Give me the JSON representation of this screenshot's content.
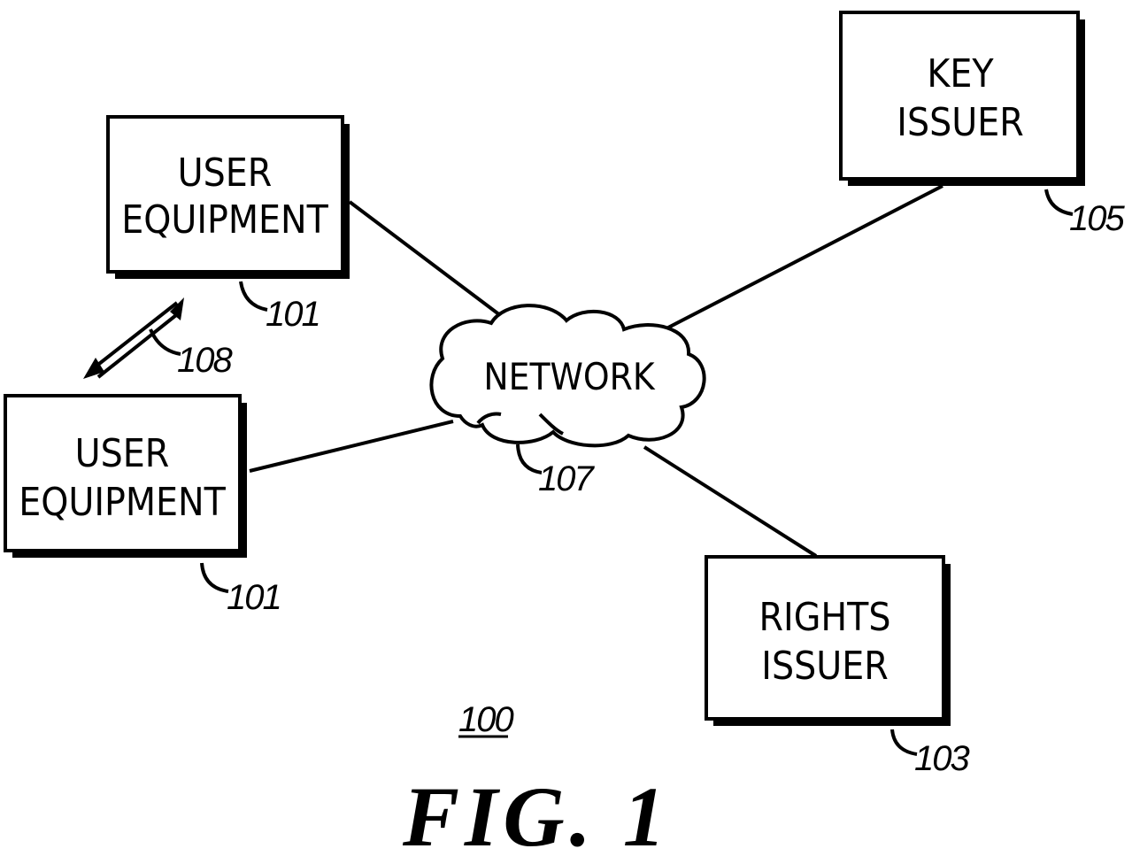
{
  "nodes": {
    "user_equipment_top": {
      "line1": "USER",
      "line2": "EQUIPMENT",
      "ref": "101"
    },
    "user_equipment_bottom": {
      "line1": "USER",
      "line2": "EQUIPMENT",
      "ref": "101"
    },
    "key_issuer": {
      "line1": "KEY",
      "line2": "ISSUER",
      "ref": "105"
    },
    "rights_issuer": {
      "line1": "RIGHTS",
      "line2": "ISSUER",
      "ref": "103"
    },
    "network": {
      "label": "NETWORK",
      "ref": "107"
    }
  },
  "link_ref": "108",
  "system_ref": "100",
  "figure_label": "FIG. 1"
}
